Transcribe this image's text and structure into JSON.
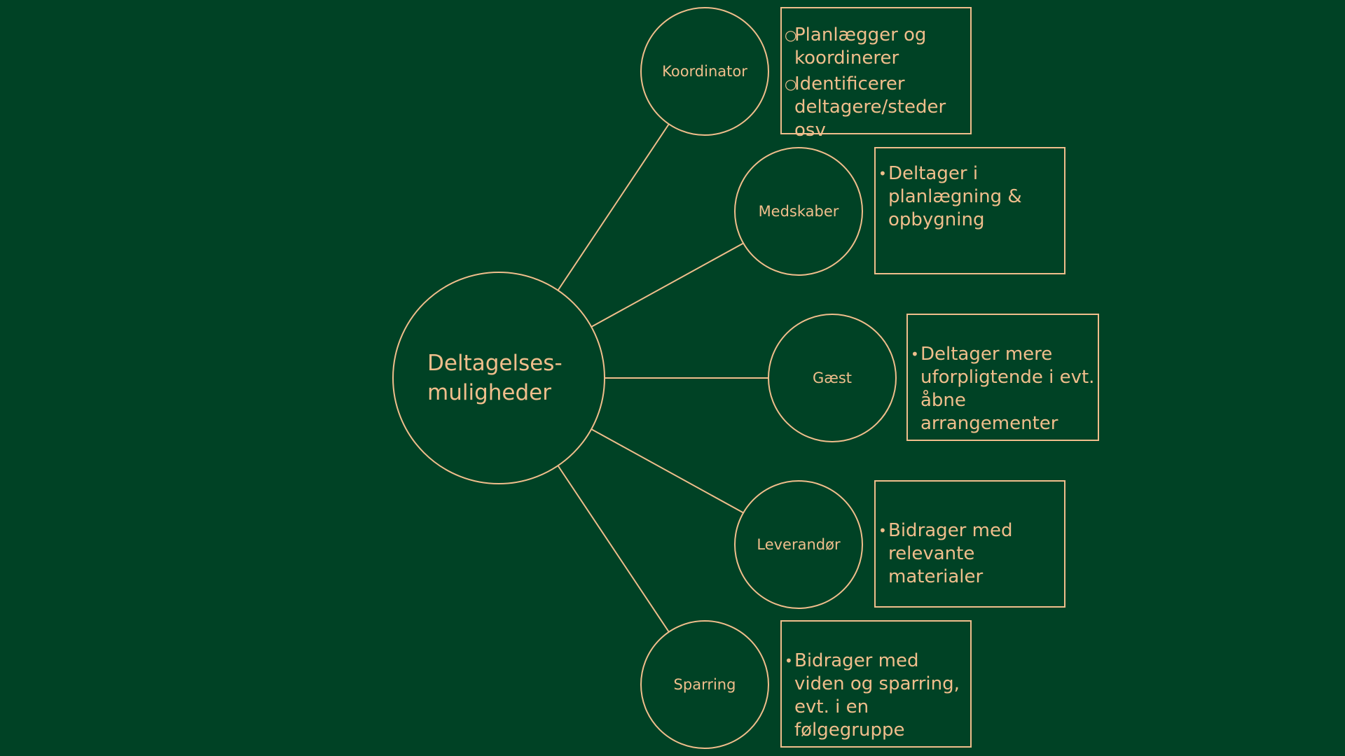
{
  "center": {
    "label_line1": "Deltagelses-",
    "label_line2": "muligheder"
  },
  "colors": {
    "background": "#004225",
    "accent": "#f0be8c"
  },
  "roles": [
    {
      "name": "Koordinator",
      "bullet_style": "hollow-circle",
      "bullets": [
        "Planlægger og koordinerer",
        "Identificerer deltagere/steder osv"
      ]
    },
    {
      "name": "Medskaber",
      "bullet_style": "filled-dot",
      "bullets": [
        "Deltager i planlægning & opbygning"
      ]
    },
    {
      "name": "Gæst",
      "bullet_style": "filled-dot",
      "bullets": [
        "Deltager mere uforpligtende i evt. åbne arrangementer"
      ]
    },
    {
      "name": "Leverandør",
      "bullet_style": "filled-dot",
      "bullets": [
        "Bidrager med relevante materialer"
      ]
    },
    {
      "name": "Sparring",
      "bullet_style": "filled-dot",
      "bullets": [
        "Bidrager med viden og sparring, evt. i en følgegruppe"
      ]
    }
  ]
}
